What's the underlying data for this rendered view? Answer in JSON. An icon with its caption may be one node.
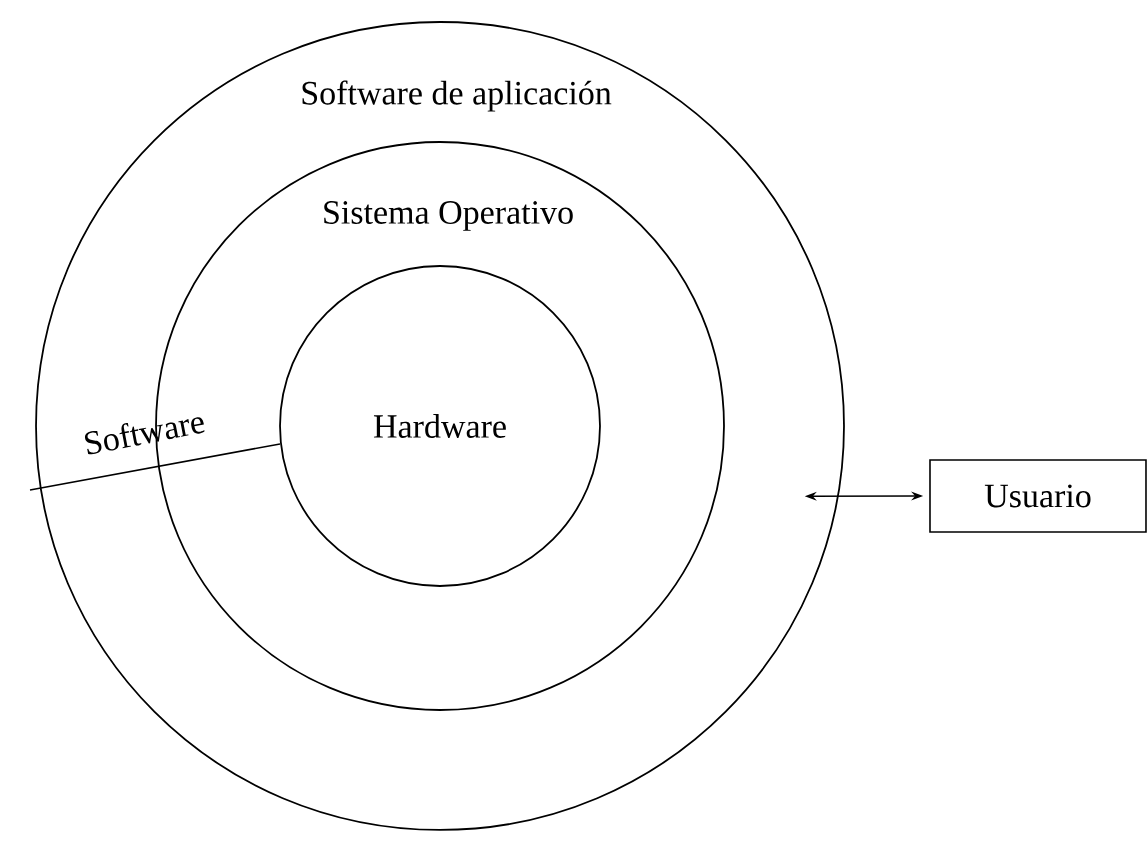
{
  "diagram": {
    "nodes": [
      {
        "text": [
          "Software de aplicación"
        ]
      },
      {
        "text": [
          "Sistema Operativo"
        ],
        "in": 0
      },
      {
        "text": [
          "Hardware"
        ],
        "in": 1
      },
      {
        "text": [
          "Usuario"
        ]
      }
    ],
    "edges": [
      {
        "from": 0,
        "to": 3,
        "arrow": "both"
      }
    ],
    "labels": [
      "Software"
    ]
  }
}
